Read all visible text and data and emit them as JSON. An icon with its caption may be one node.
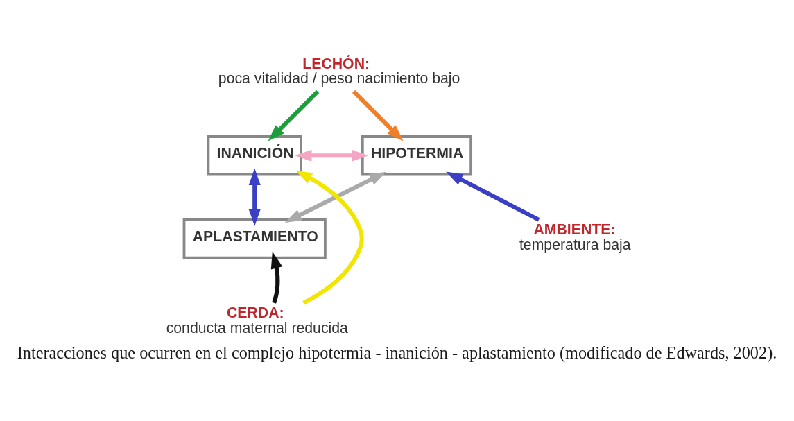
{
  "diagram": {
    "caption": "Interacciones que ocurren en el complejo hipotermia - inanición - aplastamiento (modificado de Edwards, 2002).",
    "nodes": [
      {
        "text": [
          "INANICIÓN"
        ]
      },
      {
        "text": [
          "HIPOTERMIA"
        ]
      },
      {
        "text": [
          "APLASTAMIENTO"
        ]
      },
      {
        "text": [
          "LECHÓN:",
          "poca vitalidad / peso nacimiento bajo"
        ]
      },
      {
        "text": [
          "AMBIENTE:",
          "temperatura baja"
        ]
      },
      {
        "text": [
          "CERDA:",
          "conducta maternal reducida"
        ]
      }
    ],
    "edges": [
      {
        "from": 3,
        "to": 0,
        "arrow": "to",
        "color": "#1e9e3a"
      },
      {
        "from": 3,
        "to": 1,
        "arrow": "to",
        "color": "#f07f2a"
      },
      {
        "from": 0,
        "to": 1,
        "arrow": "both",
        "color": "#f4a6c4"
      },
      {
        "from": 0,
        "to": 2,
        "arrow": "both",
        "color": "#3a3fc4"
      },
      {
        "from": 1,
        "to": 2,
        "arrow": "both",
        "color": "#aaaaaa"
      },
      {
        "from": 4,
        "to": 1,
        "arrow": "to",
        "color": "#3a3fc4"
      },
      {
        "from": 5,
        "to": 0,
        "arrow": "to",
        "color": "#f2e600"
      },
      {
        "from": 5,
        "to": 2,
        "arrow": "to",
        "color": "#111111"
      }
    ]
  }
}
